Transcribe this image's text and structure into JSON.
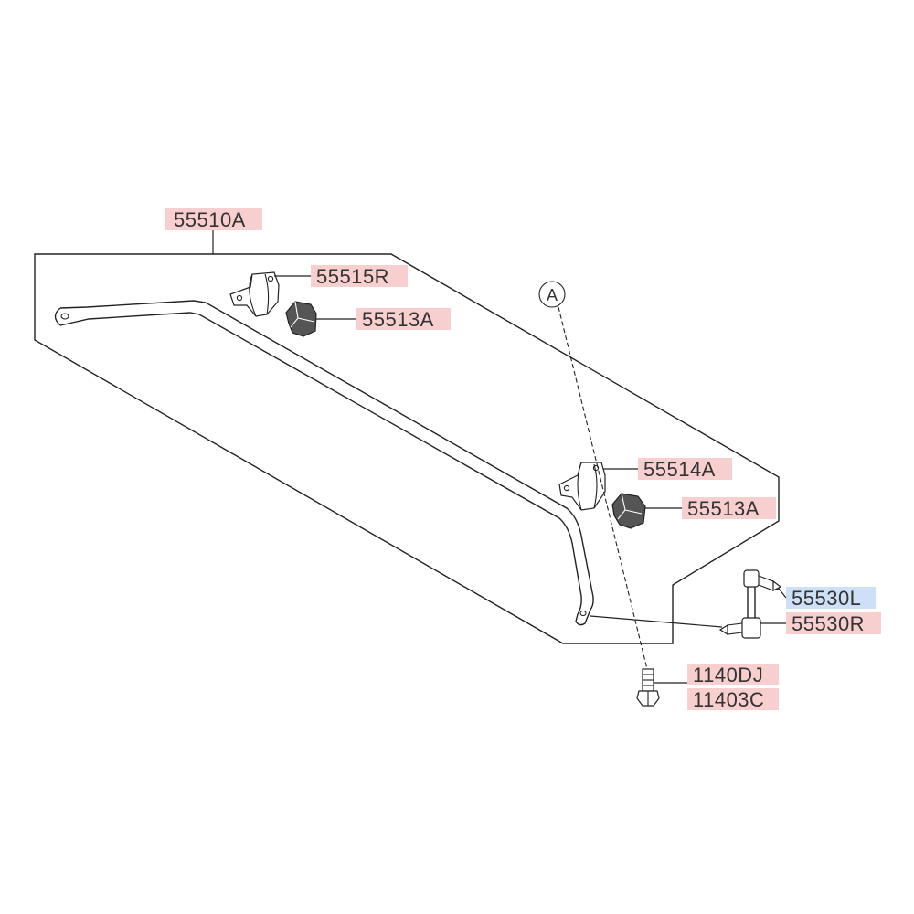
{
  "colors": {
    "label_default": "#f8cfcf",
    "label_highlight": "#cde0f7",
    "line": "#222222",
    "text": "#333333"
  },
  "reference_marker": "A",
  "labels": {
    "main_bar": "55510A",
    "bushing_clamp_left": "55515R",
    "bushing_left": "55513A",
    "bushing_clamp_right": "55514A",
    "bushing_right": "55513A",
    "link_left": "55530L",
    "link_right": "55530R",
    "bolt_a": "1140DJ",
    "bolt_b": "11403C"
  }
}
